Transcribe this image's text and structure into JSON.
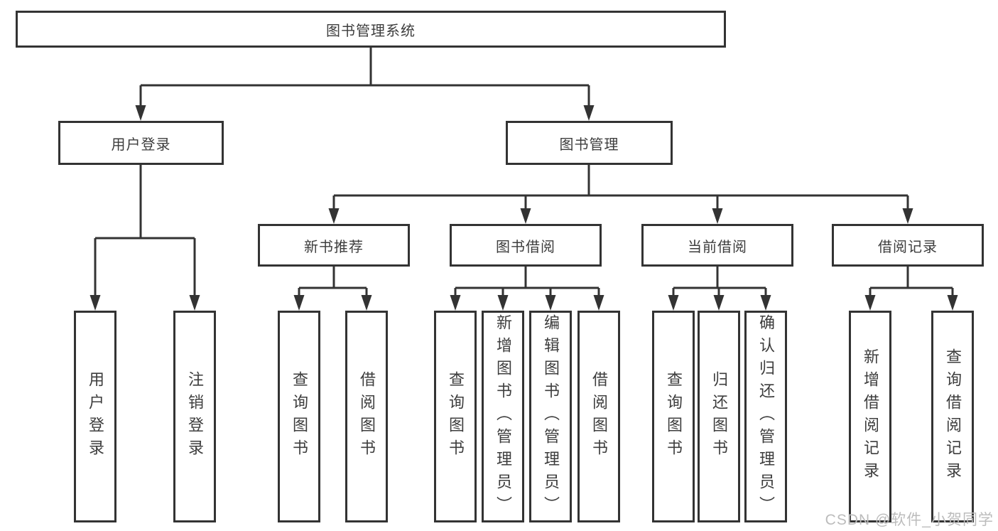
{
  "diagram": {
    "root": {
      "label": "图书管理系统"
    },
    "level2": [
      {
        "label": "用户登录"
      },
      {
        "label": "图书管理"
      }
    ],
    "level3": [
      {
        "label": "新书推荐"
      },
      {
        "label": "图书借阅"
      },
      {
        "label": "当前借阅"
      },
      {
        "label": "借阅记录"
      }
    ],
    "leaves": {
      "user_login": [
        "用户登录",
        "注销登录"
      ],
      "new_books": [
        "查询图书",
        "借阅图书"
      ],
      "book_borrow": [
        "查询图书",
        "新增图书（管理员）",
        "编辑图书（管理员）",
        "借阅图书"
      ],
      "current_borrow": [
        "查询图书",
        "归还图书",
        "确认归还（管理员）"
      ],
      "borrow_records": [
        "新增借阅记录",
        "查询借阅记录"
      ]
    }
  },
  "watermark": {
    "text": "CSDN @软件_小贺同学",
    "color": "#bcbcbc"
  },
  "colors": {
    "line": "#333333",
    "text": "#3d3d3d",
    "background": "#ffffff"
  }
}
